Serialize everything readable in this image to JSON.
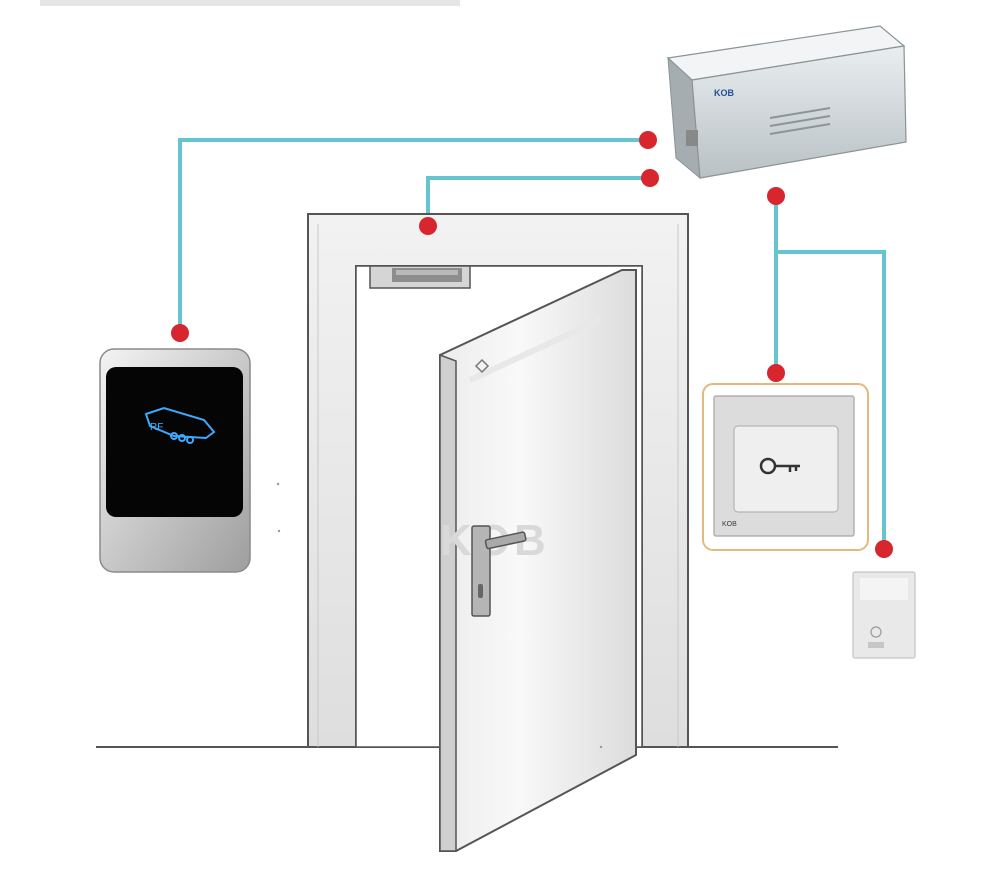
{
  "diagram": {
    "watermark": "KOB",
    "reader_label": "RF",
    "exit_button_brand": "KOB",
    "colors": {
      "wire": "#66c4cf",
      "connector": "#d7262e",
      "floor": "#555555",
      "reader_face": "#050505",
      "reader_glow": "#3aa9ff",
      "button_frame": "#e4b97f"
    },
    "icons": {
      "reader": "hand-card-icon",
      "exit_button": "key-icon",
      "door_handle": "door-handle-icon"
    }
  }
}
